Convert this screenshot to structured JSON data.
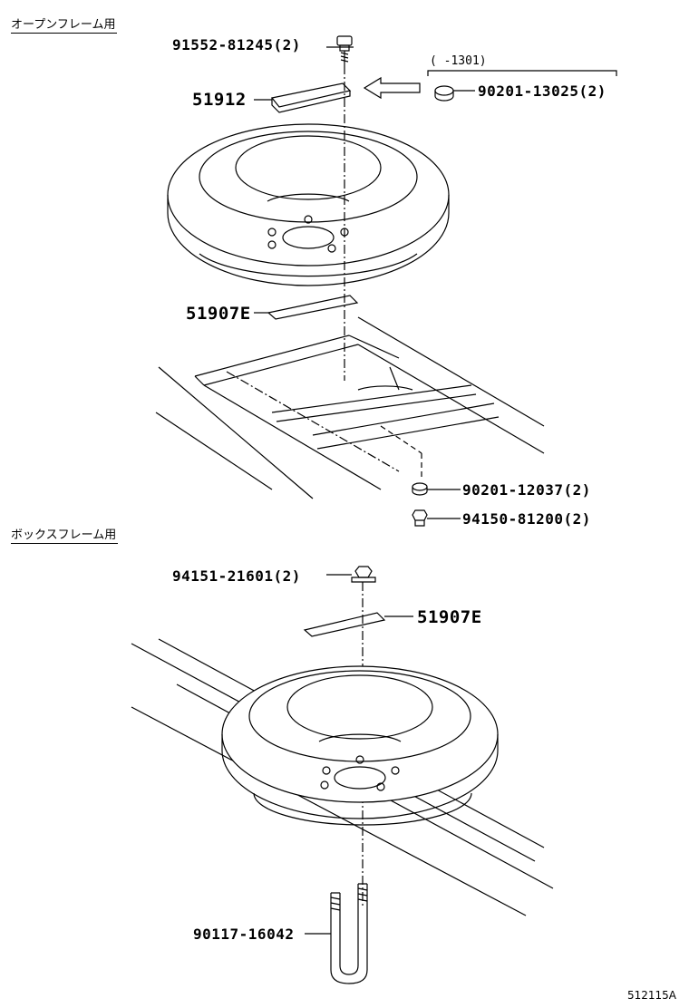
{
  "sections": {
    "open_frame": "オープンフレーム用",
    "box_frame": "ボックスフレーム用"
  },
  "parts": {
    "p1": "91552-81245(2)",
    "p2": "51912",
    "p3": "90201-13025(2)",
    "p4": "51907E",
    "p5": "90201-12037(2)",
    "p6": "94150-81200(2)",
    "p7": "94151-21601(2)",
    "p8": "51907E",
    "p9": "90117-16042"
  },
  "notes": {
    "range": "(   -1301)"
  },
  "figure_number": "512115A"
}
